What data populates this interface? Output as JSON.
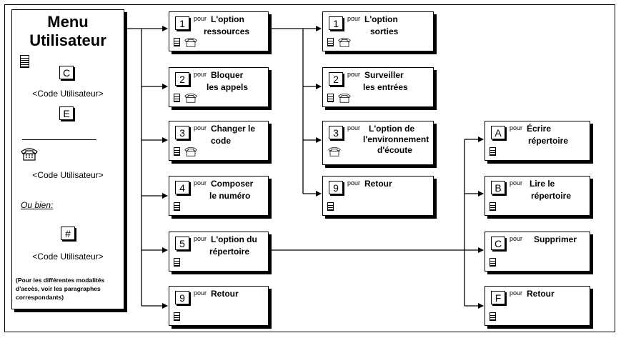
{
  "menu": {
    "title_line1": "Menu",
    "title_line2": "Utilisateur",
    "key_c": "C",
    "key_e": "E",
    "code1": "<Code Utilisateur>",
    "code2": "<Code Utilisateur>",
    "ou_bien": "Ou bien:",
    "key_hash": "#",
    "code3": "<Code Utilisateur>",
    "note": "(Pour les différentes modalités d'accès, voir les paragraphes correspondants)"
  },
  "pour": "pour",
  "col1": [
    {
      "key": "1",
      "line1": "L'option",
      "line2": "ressources"
    },
    {
      "key": "2",
      "line1": "Bloquer",
      "line2": "les appels"
    },
    {
      "key": "3",
      "line1": "Changer le",
      "line2": "code"
    },
    {
      "key": "4",
      "line1": "Composer",
      "line2": "le numéro"
    },
    {
      "key": "5",
      "line1": "L'option du",
      "line2": "répertoire"
    },
    {
      "key": "9",
      "line1": "Retour",
      "line2": ""
    }
  ],
  "col2": [
    {
      "key": "1",
      "line1": "L'option",
      "line2": "sorties",
      "line3": ""
    },
    {
      "key": "2",
      "line1": "Surveiller",
      "line2": "les entrées",
      "line3": ""
    },
    {
      "key": "3",
      "line1": "L'option de",
      "line2": "l'environnement",
      "line3": "d'écoute"
    },
    {
      "key": "9",
      "line1": "Retour",
      "line2": "",
      "line3": ""
    }
  ],
  "col3": [
    {
      "key": "A",
      "line1": "Écrire",
      "line2": "répertoire"
    },
    {
      "key": "B",
      "line1": "Lire le",
      "line2": "répertoire"
    },
    {
      "key": "C",
      "line1": "Supprimer",
      "line2": ""
    },
    {
      "key": "F",
      "line1": "Retour",
      "line2": ""
    }
  ]
}
